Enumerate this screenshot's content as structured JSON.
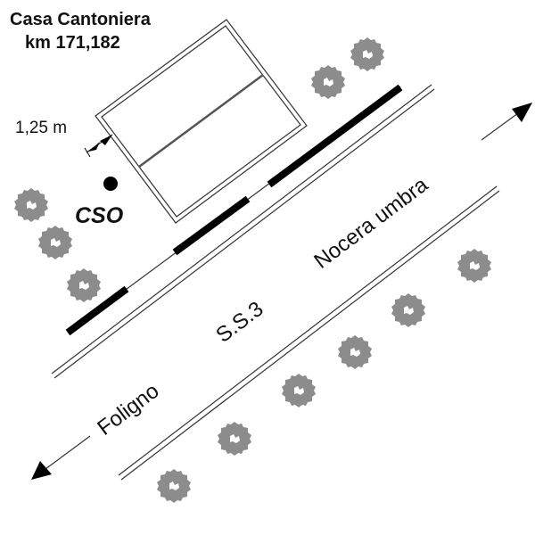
{
  "labels": {
    "building_name": "Casa Cantoniera",
    "building_km": "km 171,182",
    "distance": "1,25 m",
    "point": "CSO",
    "road_name": "S.S.3",
    "direction_northeast": "Nocera umbra",
    "direction_southwest": "Foligno"
  },
  "colors": {
    "line": "#333333",
    "fence": "#000000",
    "tree": "#8c8c8c",
    "background": "#ffffff"
  },
  "trees_count": 11
}
